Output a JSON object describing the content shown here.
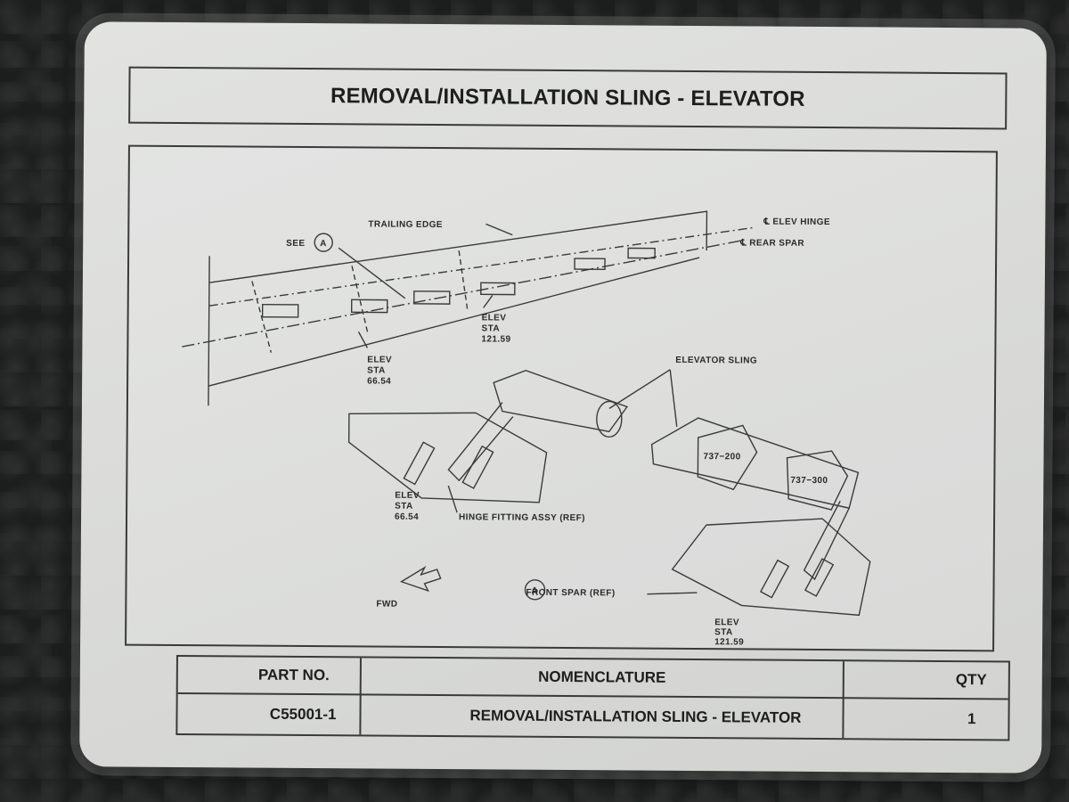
{
  "placard": {
    "title": "REMOVAL/INSTALLATION SLING - ELEVATOR"
  },
  "diagram": {
    "labels": {
      "trailing_edge": "TRAILING EDGE",
      "elev_hinge": "℄ ELEV HINGE",
      "rear_spar": "℄ REAR SPAR",
      "see": "SEE",
      "detail_marker": "A",
      "elev": "ELEV",
      "sta": "STA",
      "sta_121": "121.59",
      "sta_66": "66.54",
      "elevator_sling": "ELEVATOR SLING",
      "model_737_200": "737−200",
      "model_737_300": "737−300",
      "hinge_fitting": "HINGE FITTING ASSY (REF)",
      "front_spar": "FRONT SPAR (REF)",
      "fwd": "FWD"
    }
  },
  "parts_table": {
    "headers": {
      "part_no": "PART NO.",
      "nomenclature": "NOMENCLATURE",
      "qty": "QTY"
    },
    "rows": [
      {
        "part_no": "C55001-1",
        "nomenclature": "REMOVAL/INSTALLATION SLING - ELEVATOR",
        "qty": "1"
      }
    ]
  }
}
